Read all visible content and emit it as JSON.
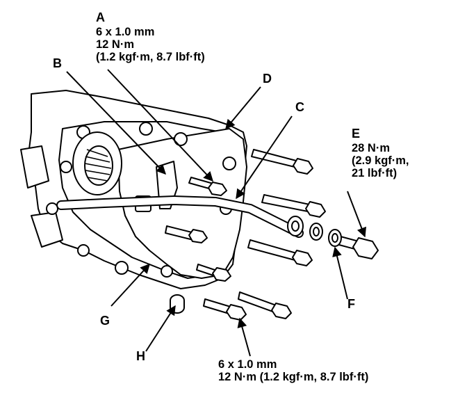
{
  "callouts": {
    "A": {
      "letter": "A",
      "lines": [
        "6 x 1.0 mm",
        "12 N·m",
        "(1.2 kgf·m, 8.7 lbf·ft)"
      ]
    },
    "B": {
      "letter": "B"
    },
    "C": {
      "letter": "C"
    },
    "D": {
      "letter": "D"
    },
    "E": {
      "letter": "E",
      "lines": [
        "28 N·m",
        "(2.9 kgf·m,",
        "21 lbf·ft)"
      ]
    },
    "F": {
      "letter": "F"
    },
    "G": {
      "letter": "G"
    },
    "H": {
      "letter": "H"
    },
    "bottom": {
      "lines": [
        "6 x 1.0 mm",
        "12 N·m (1.2 kgf·m, 8.7 lbf·ft)"
      ]
    }
  },
  "colors": {
    "ink": "#000000",
    "paper": "#ffffff"
  }
}
